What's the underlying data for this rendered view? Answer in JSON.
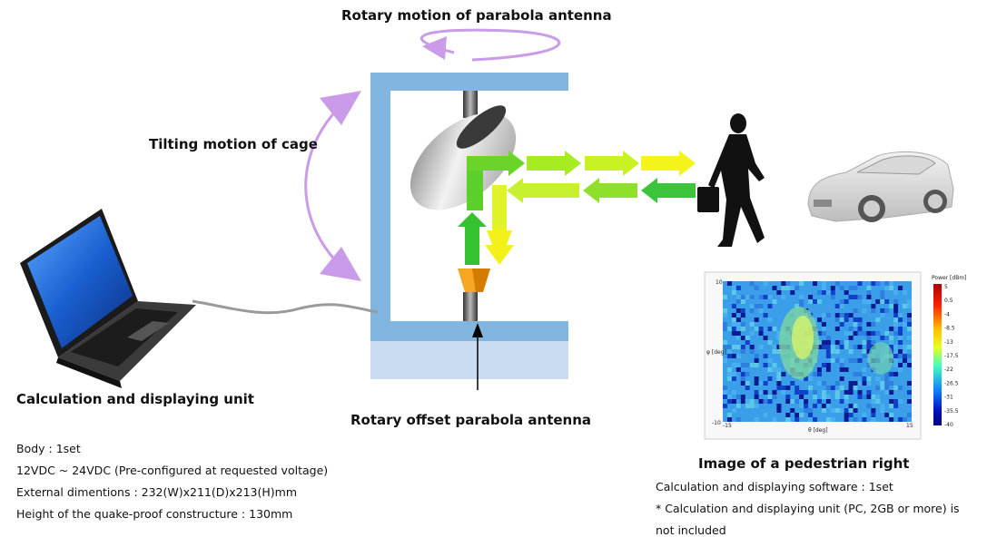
{
  "labels": {
    "rotary_motion": "Rotary motion of parabola antenna",
    "tilting_motion": "Tilting motion of cage",
    "rotary_offset": "Rotary offset parabola antenna",
    "calc_unit": "Calculation and displaying unit",
    "image_caption": "Image of a pedestrian right"
  },
  "specs_left": [
    "Body : 1set",
    "12VDC ~ 24VDC (Pre-configured at requested voltage)",
    "External dimentions : 232(W)x211(D)x213(H)mm",
    "Height of the quake-proof constructure : 130mm"
  ],
  "specs_right": [
    "Calculation and displaying software : 1set",
    "* Calculation and displaying unit (PC, 2GB or more) is",
    "not included"
  ],
  "radar_image": {
    "y_top": "10",
    "y_bottom": "-10",
    "x_left": "-15",
    "x_right": "15",
    "y_label": "φ [deg]",
    "x_label": "θ [deg]",
    "colorbar_title": "Power [dBm]",
    "colorbar_ticks": [
      "5",
      "0.5",
      "-4",
      "-8.5",
      "-13",
      "-17.5",
      "-22",
      "-26.5",
      "-31",
      "-35.5",
      "-40"
    ]
  },
  "colors": {
    "cage": "#82b6e0",
    "base": "#c9dcf2",
    "motion_arrow": "#c99be8",
    "tx_arrow_green": "#3cc43c",
    "tx_arrow_yellow": "#f2f21a"
  }
}
